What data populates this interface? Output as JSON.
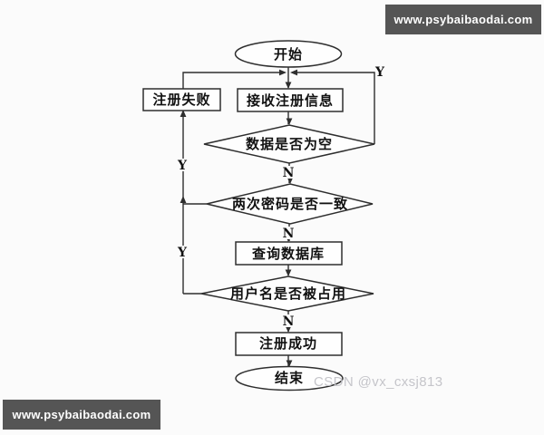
{
  "colors": {
    "page_bg": "#fbfbfb",
    "banner_bg": "#555555",
    "banner_text": "#ffffff",
    "line": "#2e2e2e",
    "node_fill": "#fefefe",
    "node_text": "#111111",
    "watermark_text": "#c5c5ca"
  },
  "banners": {
    "top": {
      "text": "www.psybaibaodai.com"
    },
    "bottom": {
      "text": "www.psybaibaodai.com"
    }
  },
  "watermark": {
    "text": "CSDN @vx_cxsj813"
  },
  "flowchart": {
    "nodes": {
      "start": {
        "label": "开始",
        "shape": "terminator"
      },
      "receive_info": {
        "label": "接收注册信息",
        "shape": "process"
      },
      "register_fail": {
        "label": "注册失败",
        "shape": "process"
      },
      "check_data_empty": {
        "label": "数据是否为空",
        "shape": "decision"
      },
      "check_password_match": {
        "label": "两次密码是否一致",
        "shape": "decision"
      },
      "query_database": {
        "label": "查询数据库",
        "shape": "process"
      },
      "check_username_taken": {
        "label": "用户名是否被占用",
        "shape": "decision"
      },
      "register_success": {
        "label": "注册成功",
        "shape": "process"
      },
      "end": {
        "label": "结束",
        "shape": "terminator"
      }
    },
    "branch_labels": {
      "right_top_y": "Y",
      "after_data_check_n": "N",
      "left_upper_y": "Y",
      "after_password_check_n": "N",
      "left_lower_y": "Y",
      "after_username_check_n": "N"
    }
  }
}
